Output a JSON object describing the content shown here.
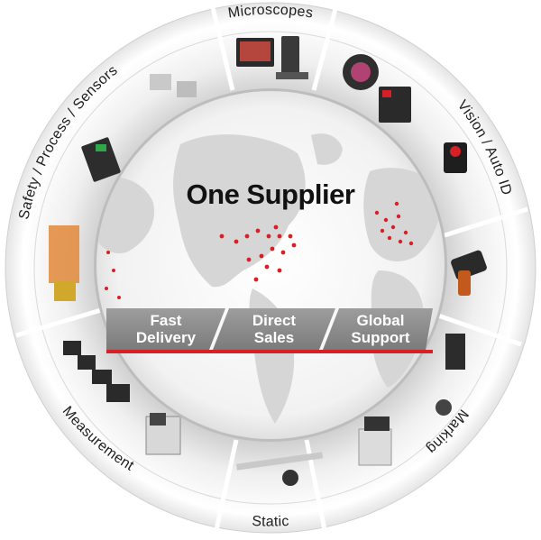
{
  "title": "One Supplier",
  "segments": [
    {
      "label": "Microscopes"
    },
    {
      "label": "Vision / Auto ID"
    },
    {
      "label": "Marking"
    },
    {
      "label": "Static"
    },
    {
      "label": "Measurement"
    },
    {
      "label": "Safety / Process / Sensors"
    }
  ],
  "banner": [
    {
      "line1": "Fast",
      "line2": "Delivery"
    },
    {
      "line1": "Direct",
      "line2": "Sales"
    },
    {
      "line1": "Global",
      "line2": "Support"
    }
  ],
  "colors": {
    "accent": "#d71f26",
    "banner_gray": "#8f8f8f",
    "ring_light": "#f4f4f4",
    "ring_dark": "#c9c9c9"
  }
}
